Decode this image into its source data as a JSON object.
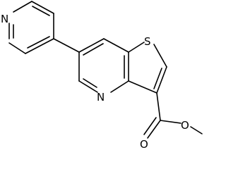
{
  "molecule": {
    "atom_labels": {
      "pyridine_n": "N",
      "thiophene_s": "S",
      "ring_n": "N",
      "carbonyl_o": "O",
      "ester_o": "O"
    }
  }
}
